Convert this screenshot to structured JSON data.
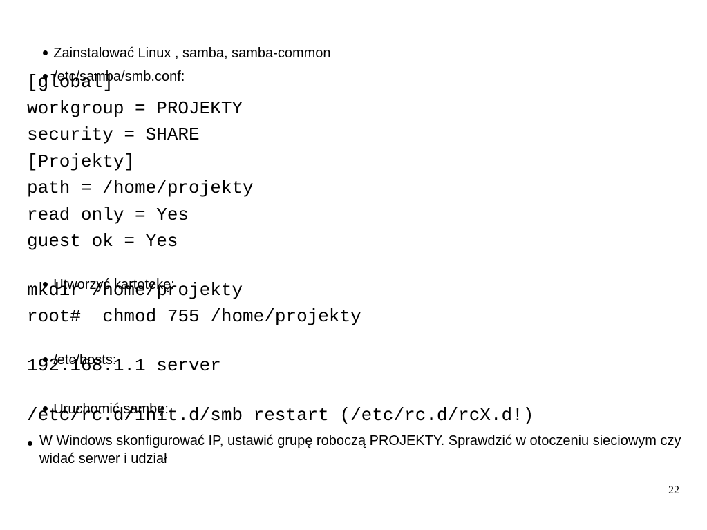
{
  "slide": {
    "bullets": {
      "install": "Zainstalować Linux , samba, samba-common",
      "smb_conf": "/etc/samba/smb.conf:",
      "mkdir": "Utworzyć kartotekę:",
      "hosts": "/etc/hosts:",
      "restart": "Uruchomić sambę:",
      "windows": "W Windows skonfigurować IP, ustawić grupę roboczą PROJEKTY. Sprawdzić w otoczeniu sieciowym czy widać serwer i udział"
    },
    "smb_conf_lines": [
      "[global]",
      "workgroup = PROJEKTY",
      "security = SHARE",
      "[Projekty]",
      "path = /home/projekty",
      "read only = Yes",
      "guest ok = Yes"
    ],
    "mkdir_lines": [
      "mkdir /home/projekty",
      "root#  chmod 755 /home/projekty"
    ],
    "hosts_lines": [
      "192.168.1.1 server"
    ],
    "restart_lines": [
      "/etc/rc.d/init.d/smb restart (/etc/rc.d/rcX.d!)"
    ],
    "page_number": "22"
  }
}
